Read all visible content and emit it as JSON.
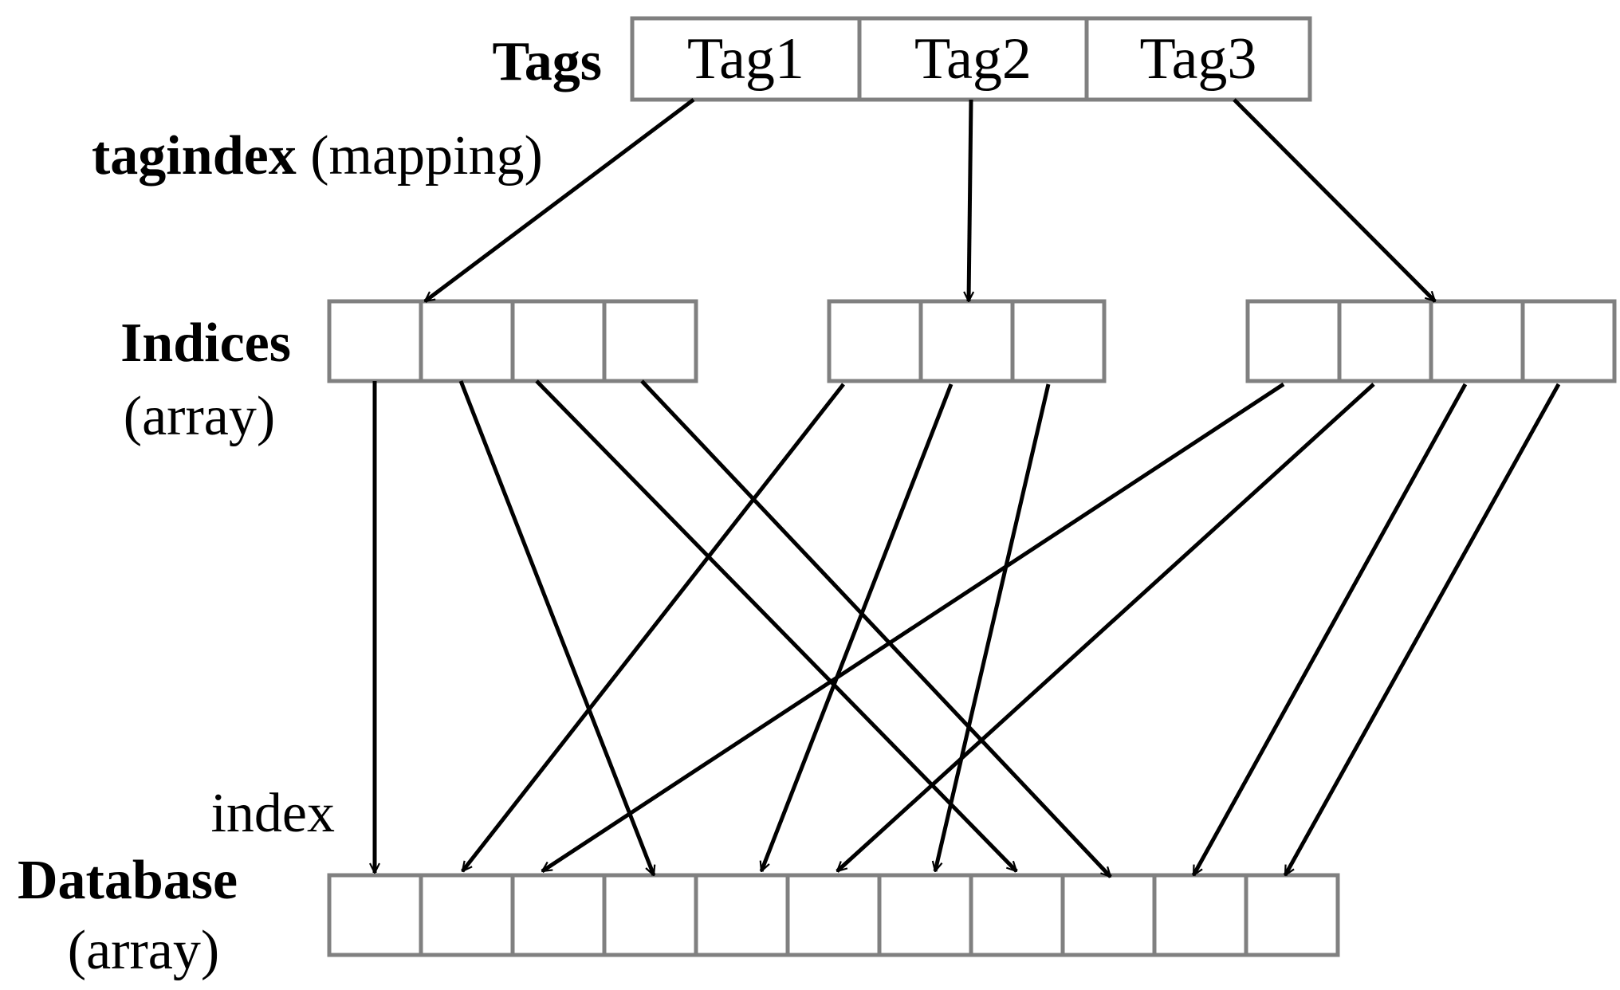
{
  "labels": {
    "tags": "Tags",
    "tagindex_bold": "tagindex",
    "tagindex_rest": " (mapping)",
    "indices": "Indices",
    "indices_sub": "(array)",
    "index": "index",
    "database": "Database",
    "database_sub": "(array)"
  },
  "tags": [
    "Tag1",
    "Tag2",
    "Tag3"
  ],
  "indices_groups": [
    {
      "tag": "Tag1",
      "cells": 4
    },
    {
      "tag": "Tag2",
      "cells": 3
    },
    {
      "tag": "Tag3",
      "cells": 4
    }
  ],
  "database": {
    "cells": 11
  },
  "tag_to_index_arrows": [
    {
      "from_tag": 0,
      "to_group": 0,
      "to_cell": 1
    },
    {
      "from_tag": 1,
      "to_group": 1,
      "to_cell": 1
    },
    {
      "from_tag": 2,
      "to_group": 2,
      "to_cell": 2
    }
  ],
  "index_to_database_arrows": [
    {
      "group": 0,
      "cell": 0,
      "db_cell": 0
    },
    {
      "group": 0,
      "cell": 1,
      "db_cell": 3
    },
    {
      "group": 0,
      "cell": 2,
      "db_cell": 7
    },
    {
      "group": 0,
      "cell": 3,
      "db_cell": 8
    },
    {
      "group": 1,
      "cell": 0,
      "db_cell": 1
    },
    {
      "group": 1,
      "cell": 1,
      "db_cell": 4
    },
    {
      "group": 1,
      "cell": 2,
      "db_cell": 6
    },
    {
      "group": 2,
      "cell": 0,
      "db_cell": 2
    },
    {
      "group": 2,
      "cell": 1,
      "db_cell": 5
    },
    {
      "group": 2,
      "cell": 2,
      "db_cell": 9
    },
    {
      "group": 2,
      "cell": 3,
      "db_cell": 10
    }
  ]
}
